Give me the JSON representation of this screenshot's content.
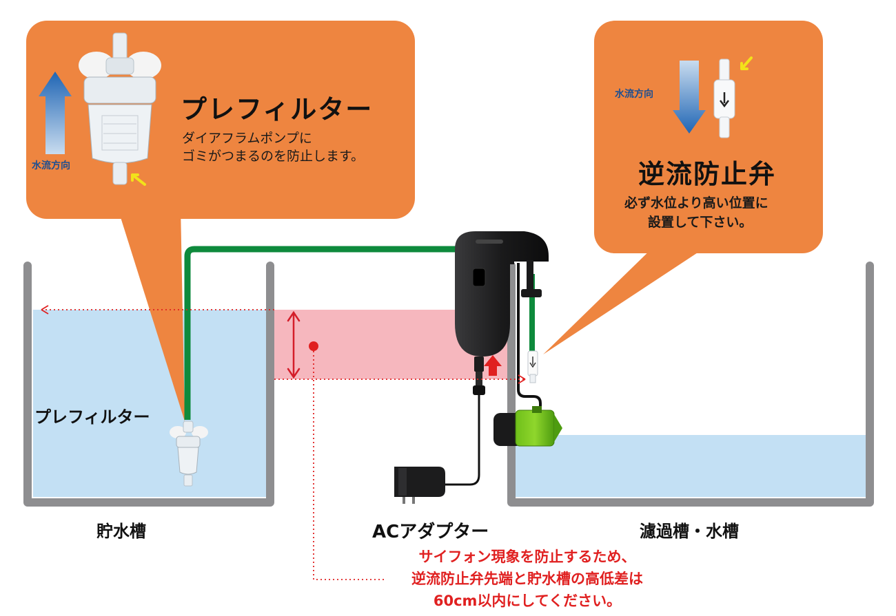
{
  "prefilter_callout": {
    "title": "プレフィルター",
    "description_lines": [
      "ダイアフラムポンプに",
      "ゴミがつまるのを防止します。"
    ],
    "flow_label": "水流方向"
  },
  "check_valve_callout": {
    "title": "逆流防止弁",
    "description_lines": [
      "必ず水位より高い位置に",
      "設置して下さい。"
    ],
    "flow_label": "水流方向"
  },
  "tank_prefilter_label": "プレフィルター",
  "reservoir_label": "貯水槽",
  "adapter_label": "ACアダプター",
  "filter_tank_label": "濾過槽・水槽",
  "siphon_warning_lines": [
    "サイフォン現象を防止するため、",
    "逆流防止弁先端と貯水槽の高低差は",
    "60cm以内にしてください。"
  ],
  "colors": {
    "callout_orange": "#ee8540",
    "tube_green": "#0e8a3c",
    "water_blue": "#c3e0f4",
    "height_zone_pink": "#f5b3bb",
    "warning_red": "#e02020",
    "flow_arrow_blue": "#1f65b4",
    "tank_wall_gray": "#8e8e90"
  }
}
